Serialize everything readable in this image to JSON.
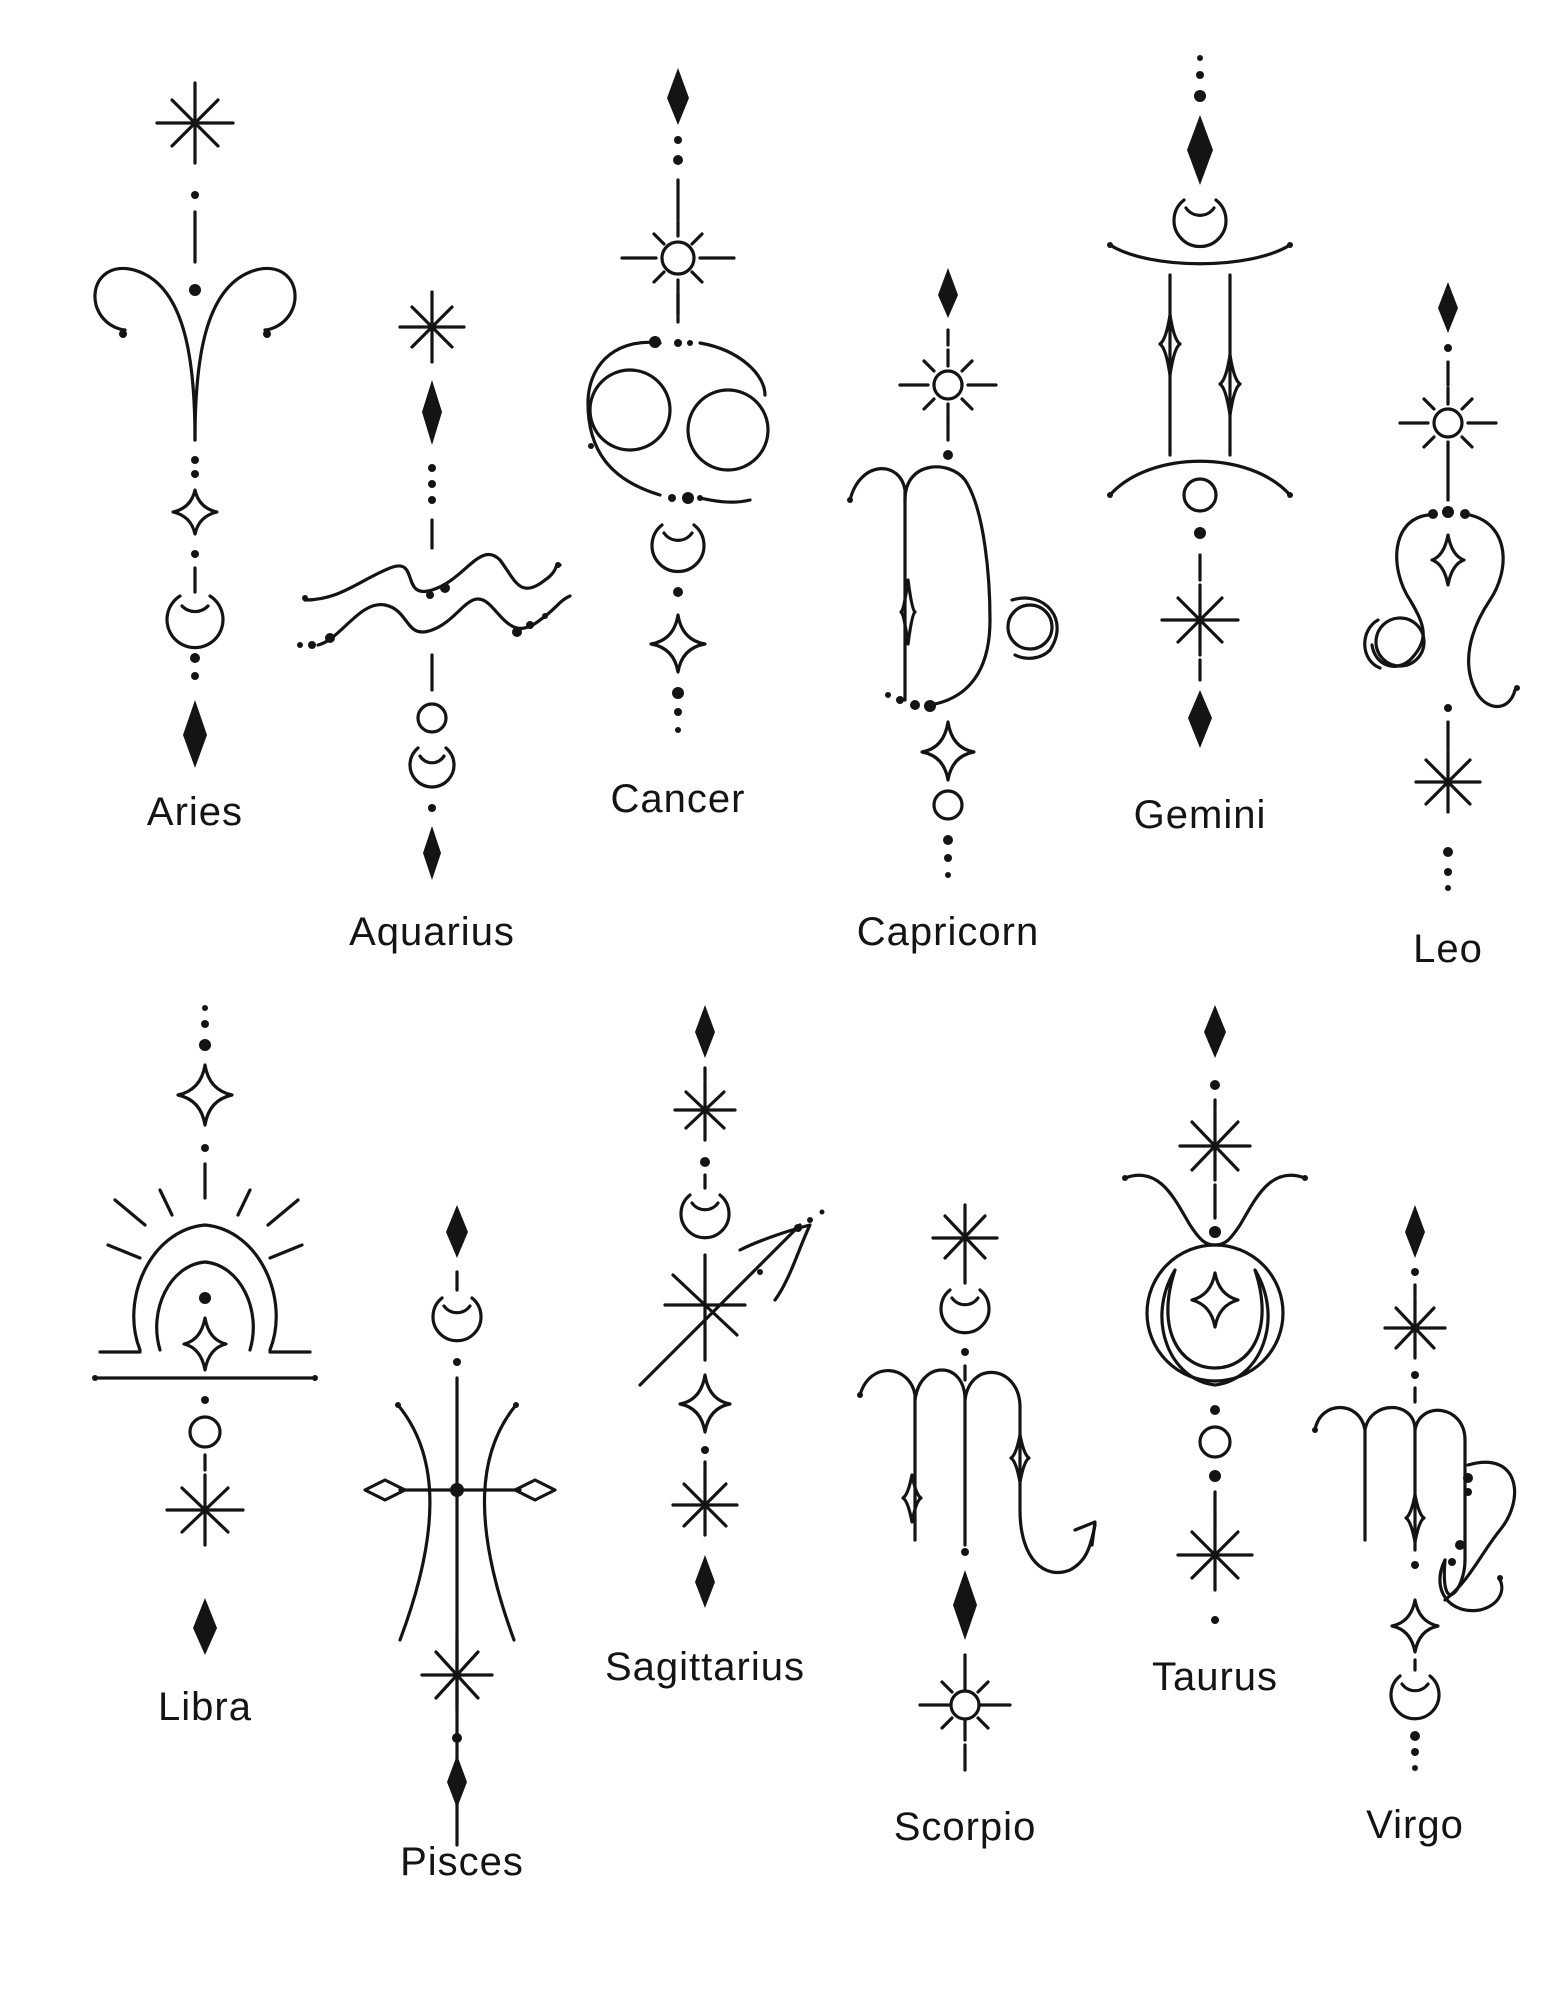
{
  "signs": [
    {
      "id": "aries",
      "name": "Aries"
    },
    {
      "id": "aquarius",
      "name": "Aquarius"
    },
    {
      "id": "cancer",
      "name": "Cancer"
    },
    {
      "id": "capricorn",
      "name": "Capricorn"
    },
    {
      "id": "gemini",
      "name": "Gemini"
    },
    {
      "id": "leo",
      "name": "Leo"
    },
    {
      "id": "libra",
      "name": "Libra"
    },
    {
      "id": "pisces",
      "name": "Pisces"
    },
    {
      "id": "sagittarius",
      "name": "Sagittarius"
    },
    {
      "id": "scorpio",
      "name": "Scorpio"
    },
    {
      "id": "taurus",
      "name": "Taurus"
    },
    {
      "id": "virgo",
      "name": "Virgo"
    }
  ],
  "colors": {
    "ink": "#141414",
    "background": "#ffffff"
  }
}
